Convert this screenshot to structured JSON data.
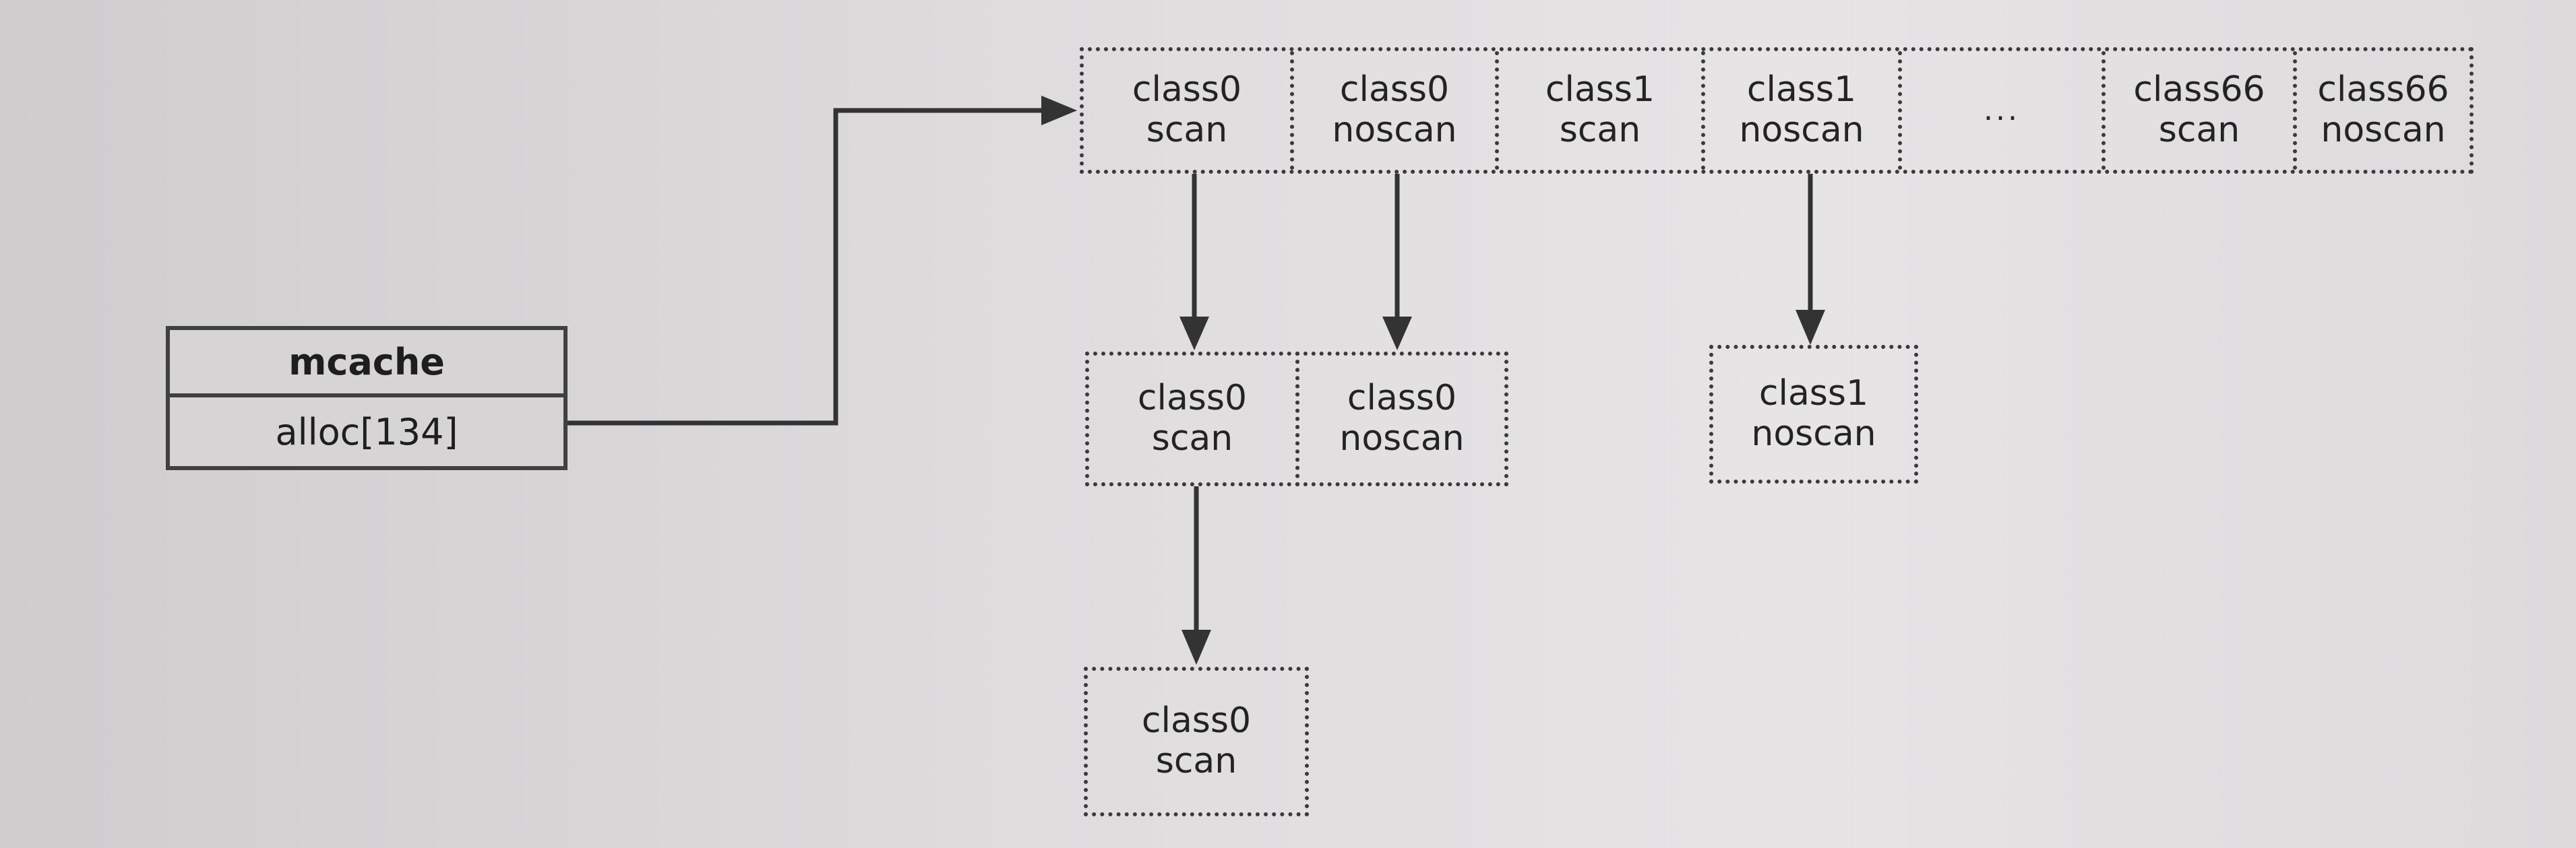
{
  "mcache": {
    "title": "mcache",
    "alloc": "alloc[134]"
  },
  "top_row": {
    "cells": [
      {
        "line1": "class0",
        "line2": "scan"
      },
      {
        "line1": "class0",
        "line2": "noscan"
      },
      {
        "line1": "class1",
        "line2": "scan"
      },
      {
        "line1": "class1",
        "line2": "noscan"
      },
      {
        "line1": "...",
        "line2": ""
      },
      {
        "line1": "class66",
        "line2": "scan"
      },
      {
        "line1": "class66",
        "line2": "noscan"
      }
    ]
  },
  "list_class0_scan_1": {
    "line1": "class0",
    "line2": "scan"
  },
  "list_class0_noscan_1": {
    "line1": "class0",
    "line2": "noscan"
  },
  "list_class1_noscan_1": {
    "line1": "class1",
    "line2": "noscan"
  },
  "list_class0_scan_2": {
    "line1": "class0",
    "line2": "scan"
  },
  "colors": {
    "line": "#333333",
    "box_border": "#3a3a3a",
    "background": "#dddbdc"
  }
}
